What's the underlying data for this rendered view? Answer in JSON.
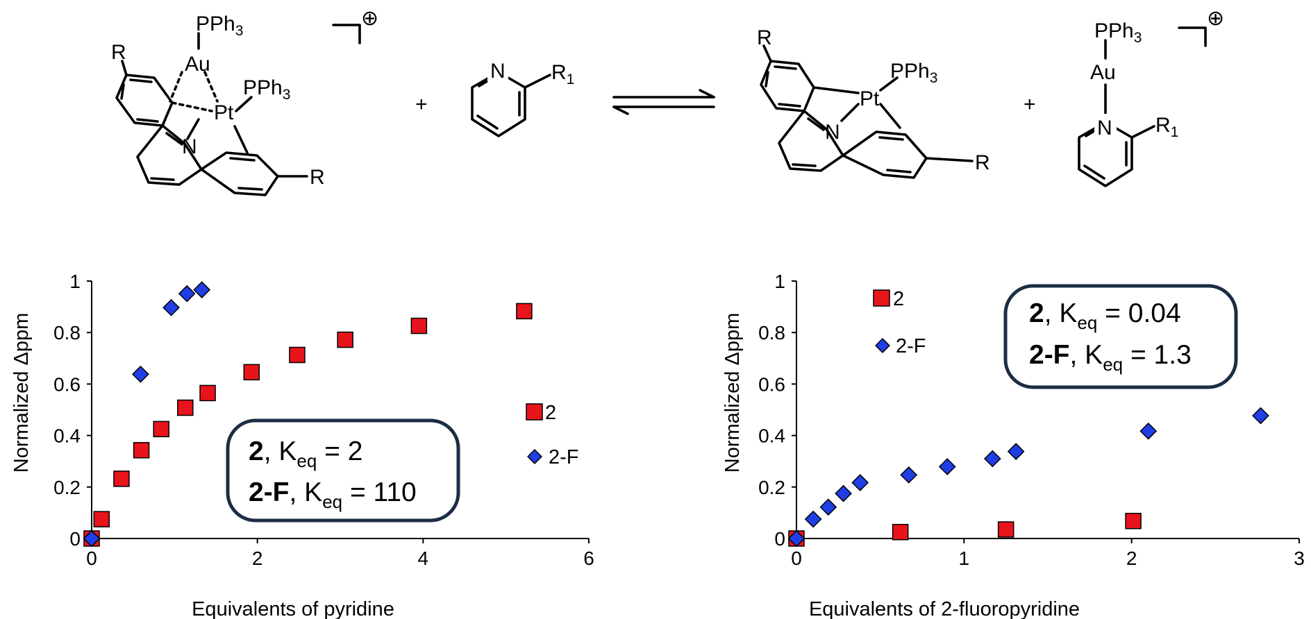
{
  "scheme": {
    "reactant_complex": {
      "labels": {
        "pph3_top": "PPh",
        "pph3_top_sub": "3",
        "au": "Au",
        "pt": "Pt",
        "pph3_pt": "PPh",
        "pph3_pt_sub": "3",
        "n": "N",
        "r_left": "R",
        "r_right": "R"
      },
      "charge": "⊕"
    },
    "plus_1": "+",
    "pyridine": {
      "n": "N",
      "r1": "R",
      "r1_sub": "1"
    },
    "product_pt": {
      "labels": {
        "r_left": "R",
        "pt": "Pt",
        "pph3": "PPh",
        "pph3_sub": "3",
        "n": "N",
        "r_right": "R"
      }
    },
    "plus_2": "+",
    "product_au": {
      "labels": {
        "pph3": "PPh",
        "pph3_sub": "3",
        "au": "Au",
        "n": "N",
        "r1": "R",
        "r1_sub": "1"
      },
      "charge": "⊕"
    }
  },
  "colors": {
    "series_2": "#e8141c",
    "series_2F": "#1f3ee6",
    "marker_edge": "#000000",
    "box_border": "#1c2d44"
  },
  "chart_data": [
    {
      "type": "scatter",
      "xlabel": "Equivalents of pyridine",
      "ylabel": "Normalized Δppm",
      "xlim": [
        0,
        6
      ],
      "ylim": [
        0,
        1
      ],
      "xticks": [
        "0",
        "2",
        "4",
        "6"
      ],
      "yticks": [
        "0",
        "0.2",
        "0.4",
        "0.6",
        "0.8",
        "1"
      ],
      "legend_position": "right",
      "series": [
        {
          "name": "2",
          "marker": "square",
          "x": [
            0.0,
            0.12,
            0.36,
            0.6,
            0.84,
            1.13,
            1.4,
            1.93,
            2.48,
            3.06,
            3.95,
            5.22
          ],
          "y": [
            0.0,
            0.075,
            0.232,
            0.343,
            0.425,
            0.508,
            0.565,
            0.646,
            0.713,
            0.772,
            0.826,
            0.883
          ]
        },
        {
          "name": "2-F",
          "marker": "diamond",
          "x": [
            0.0,
            0.59,
            0.96,
            1.15,
            1.33
          ],
          "y": [
            0.0,
            0.638,
            0.897,
            0.951,
            0.966
          ]
        }
      ],
      "annotation": {
        "line1_bold": "2",
        "line1_rest": ", K",
        "line1_sub": "eq",
        "line1_val": " = 2",
        "line2_bold": "2-F",
        "line2_rest": ", K",
        "line2_sub": "eq",
        "line2_val": " = 110"
      }
    },
    {
      "type": "scatter",
      "xlabel": "Equivalents of 2-fluoropyridine",
      "ylabel": "Normalized Δppm",
      "xlim": [
        0,
        3
      ],
      "ylim": [
        0,
        1
      ],
      "xticks": [
        "0",
        "1",
        "2",
        "3"
      ],
      "yticks": [
        "0",
        "0.2",
        "0.4",
        "0.6",
        "0.8",
        "1"
      ],
      "legend_position": "top-left",
      "series": [
        {
          "name": "2",
          "marker": "square",
          "x": [
            0.0,
            0.62,
            1.25,
            2.01
          ],
          "y": [
            0.0,
            0.025,
            0.035,
            0.068
          ]
        },
        {
          "name": "2-F",
          "marker": "diamond",
          "x": [
            0.0,
            0.1,
            0.19,
            0.28,
            0.38,
            0.67,
            0.9,
            1.17,
            1.31,
            2.1,
            2.77
          ],
          "y": [
            0.0,
            0.075,
            0.122,
            0.175,
            0.217,
            0.247,
            0.279,
            0.31,
            0.338,
            0.417,
            0.477
          ]
        }
      ],
      "annotation": {
        "line1_bold": "2",
        "line1_rest": ", K",
        "line1_sub": "eq",
        "line1_val": " = 0.04",
        "line2_bold": "2-F",
        "line2_rest": ", K",
        "line2_sub": "eq",
        "line2_val": " = 1.3"
      }
    }
  ]
}
